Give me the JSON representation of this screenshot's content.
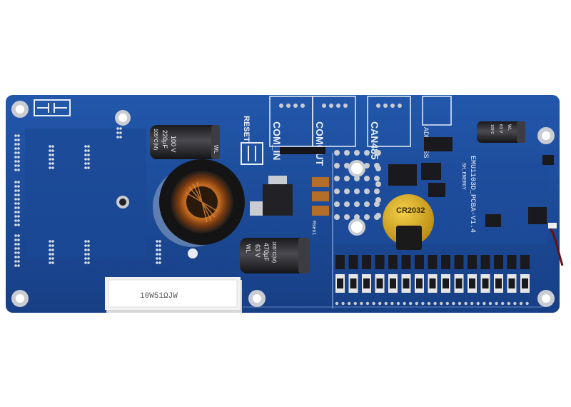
{
  "board": {
    "model": "EMU1103D_PCBA-V1.4",
    "brand": "SH_ENERGY"
  },
  "labels": {
    "reset": "RESET",
    "com_in": "COM_IN",
    "com_out": "COMOUT",
    "can485": "CAN485",
    "address": "ADDRESS",
    "rsen": "Rsen1"
  },
  "capacitors": {
    "cap1": {
      "voltage": "100 V",
      "capacitance": "220μF",
      "temp": "105°C(M)",
      "brand": "WL"
    },
    "cap2": {
      "voltage": "63 V",
      "capacitance": "470μF",
      "temp": "105°C(M)",
      "brand": "WL"
    },
    "cap3": {
      "voltage": "63 V",
      "temp": "105°C",
      "brand": "WL"
    }
  },
  "battery": {
    "label": "CR2032"
  },
  "resistor": {
    "label": "10W51ΩJW"
  },
  "colors": {
    "pcb": "#1d4e9e",
    "pcb_dark": "#16407f",
    "capacitor": "#2a2a2e",
    "battery": "#d4a418",
    "copper": "#c87a2a"
  }
}
